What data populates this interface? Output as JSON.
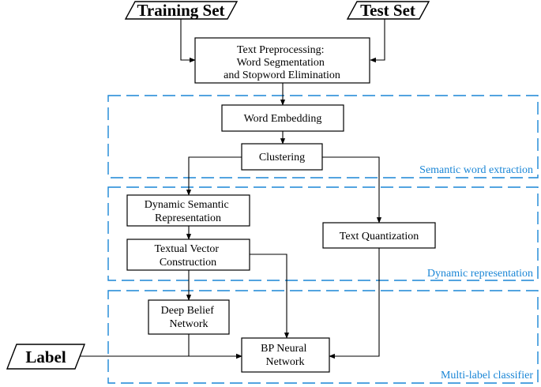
{
  "inputs": {
    "training_set": "Training Set",
    "test_set": "Test Set",
    "label": "Label"
  },
  "nodes": {
    "preprocessing": [
      "Text Preprocessing:",
      "Word Segmentation",
      "and Stopword Elimination"
    ],
    "word_embedding": [
      "Word Embedding"
    ],
    "clustering": [
      "Clustering"
    ],
    "dynamic_semantic": [
      "Dynamic Semantic",
      "Representation"
    ],
    "textual_vector": [
      "Textual Vector",
      "Construction"
    ],
    "text_quantization": [
      "Text Quantization"
    ],
    "deep_belief": [
      "Deep Belief",
      "Network"
    ],
    "bp_neural": [
      "BP Neural",
      "Network"
    ]
  },
  "regions": {
    "semantic": "Semantic word extraction",
    "dynamic": "Dynamic representation",
    "classifier": "Multi-label classifier"
  },
  "colors": {
    "region": "#1a86d6",
    "stroke": "#000000"
  }
}
